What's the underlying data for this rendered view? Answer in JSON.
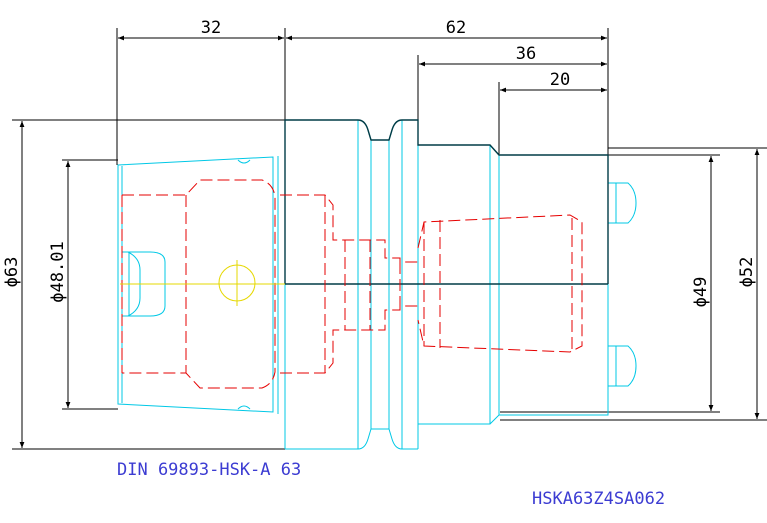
{
  "drawing": {
    "dimensions": {
      "d32": "32",
      "d62": "62",
      "d36": "36",
      "d20": "20",
      "phi63": "ϕ63",
      "phi48": "ϕ48.01",
      "phi49": "ϕ49",
      "phi52": "ϕ52"
    },
    "notes": {
      "standard": "DIN 69893-HSK-A 63",
      "part_number": "HSKA63Z4SA062"
    },
    "colors": {
      "dimension": "#000000",
      "outline_cyan": "#00c8e6",
      "hidden_red": "#e60000",
      "centerline_yellow": "#e6d800",
      "note_blue": "#3c3cd2",
      "body_dark": "#003c46"
    }
  }
}
